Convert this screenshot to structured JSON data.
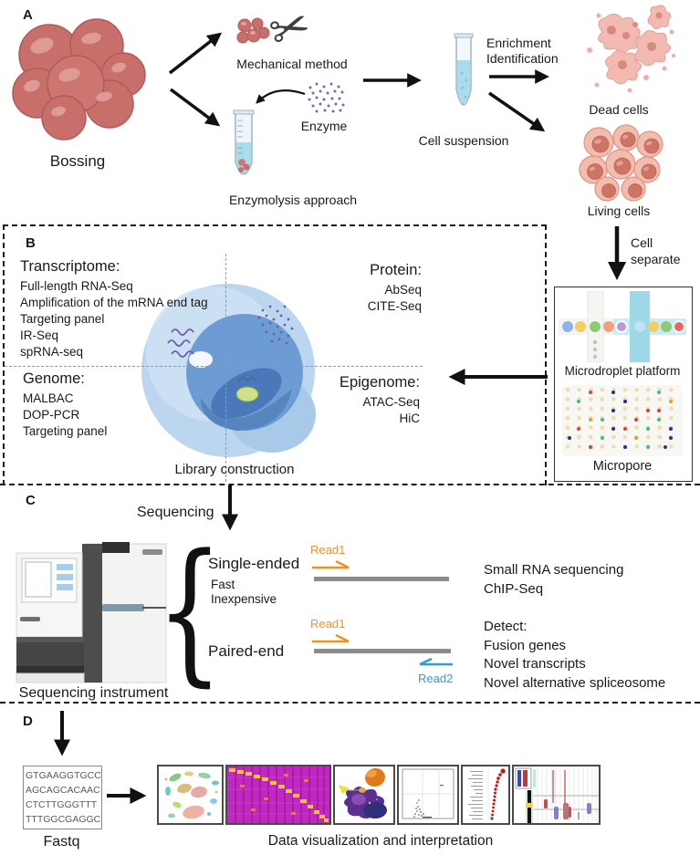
{
  "panel_a": {
    "label": "A",
    "tissue_label": "Bossing",
    "mechanical_label": "Mechanical method",
    "enzyme_label": "Enzyme",
    "enzymolysis_label": "Enzymolysis approach",
    "cell_suspension_label": "Cell suspension",
    "enrichment_line1": "Enrichment",
    "enrichment_line2": "Identification",
    "dead_cells_label": "Dead cells",
    "living_cells_label": "Living cells",
    "cell_separate_line1": "Cell",
    "cell_separate_line2": "separate"
  },
  "panel_b": {
    "label": "B",
    "transcriptome": {
      "title": "Transcriptome:",
      "items": [
        "Full-length RNA-Seq",
        "Amplification of the mRNA end tag",
        "Targeting panel",
        "IR-Seq",
        "spRNA-seq"
      ]
    },
    "genome": {
      "title": "Genome:",
      "items": [
        "MALBAC",
        "DOP-PCR",
        "Targeting panel"
      ]
    },
    "protein": {
      "title": "Protein:",
      "items": [
        "AbSeq",
        "CITE-Seq"
      ]
    },
    "epigenome": {
      "title": "Epigenome:",
      "items": [
        "ATAC-Seq",
        "HiC"
      ]
    },
    "library_label": "Library construction",
    "microdroplet_label": "Microdroplet platform",
    "micropore_label": "Micropore"
  },
  "panel_c": {
    "label": "C",
    "sequencing_label": "Sequencing",
    "instrument_label": "Sequencing instrument",
    "brace_glyph": "{",
    "single_ended": {
      "title": "Single-ended",
      "traits": [
        "Fast",
        "Inexpensive"
      ],
      "read1": "Read1",
      "apps": [
        "Small RNA sequencing",
        "ChIP-Seq"
      ]
    },
    "paired_end": {
      "title": "Paired-end",
      "read1": "Read1",
      "read2": "Read2",
      "apps_title": "Detect:",
      "apps": [
        "Fusion genes",
        "Novel transcripts",
        "Novel alternative spliceosome"
      ]
    }
  },
  "panel_d": {
    "label": "D",
    "fastq_lines": [
      "GTGAAGGTGCC",
      "AGCAGCACAAC",
      "CTCTTGGGTTT",
      "TTTGGCGAGGC"
    ],
    "fastq_label": "Fastq",
    "viz_label": "Data visualization and interpretation"
  },
  "colors": {
    "read1": "#F0921E",
    "read2": "#2D9BE8",
    "tissue_red": "#C96F6B",
    "living_pink": "#F2BCAE",
    "cell_blue": "#BCD6EF",
    "enzyme_purple": "#7A66AD",
    "dashed_line": "#1A1A1A",
    "read_bar_gray": "#8C8C8C"
  }
}
